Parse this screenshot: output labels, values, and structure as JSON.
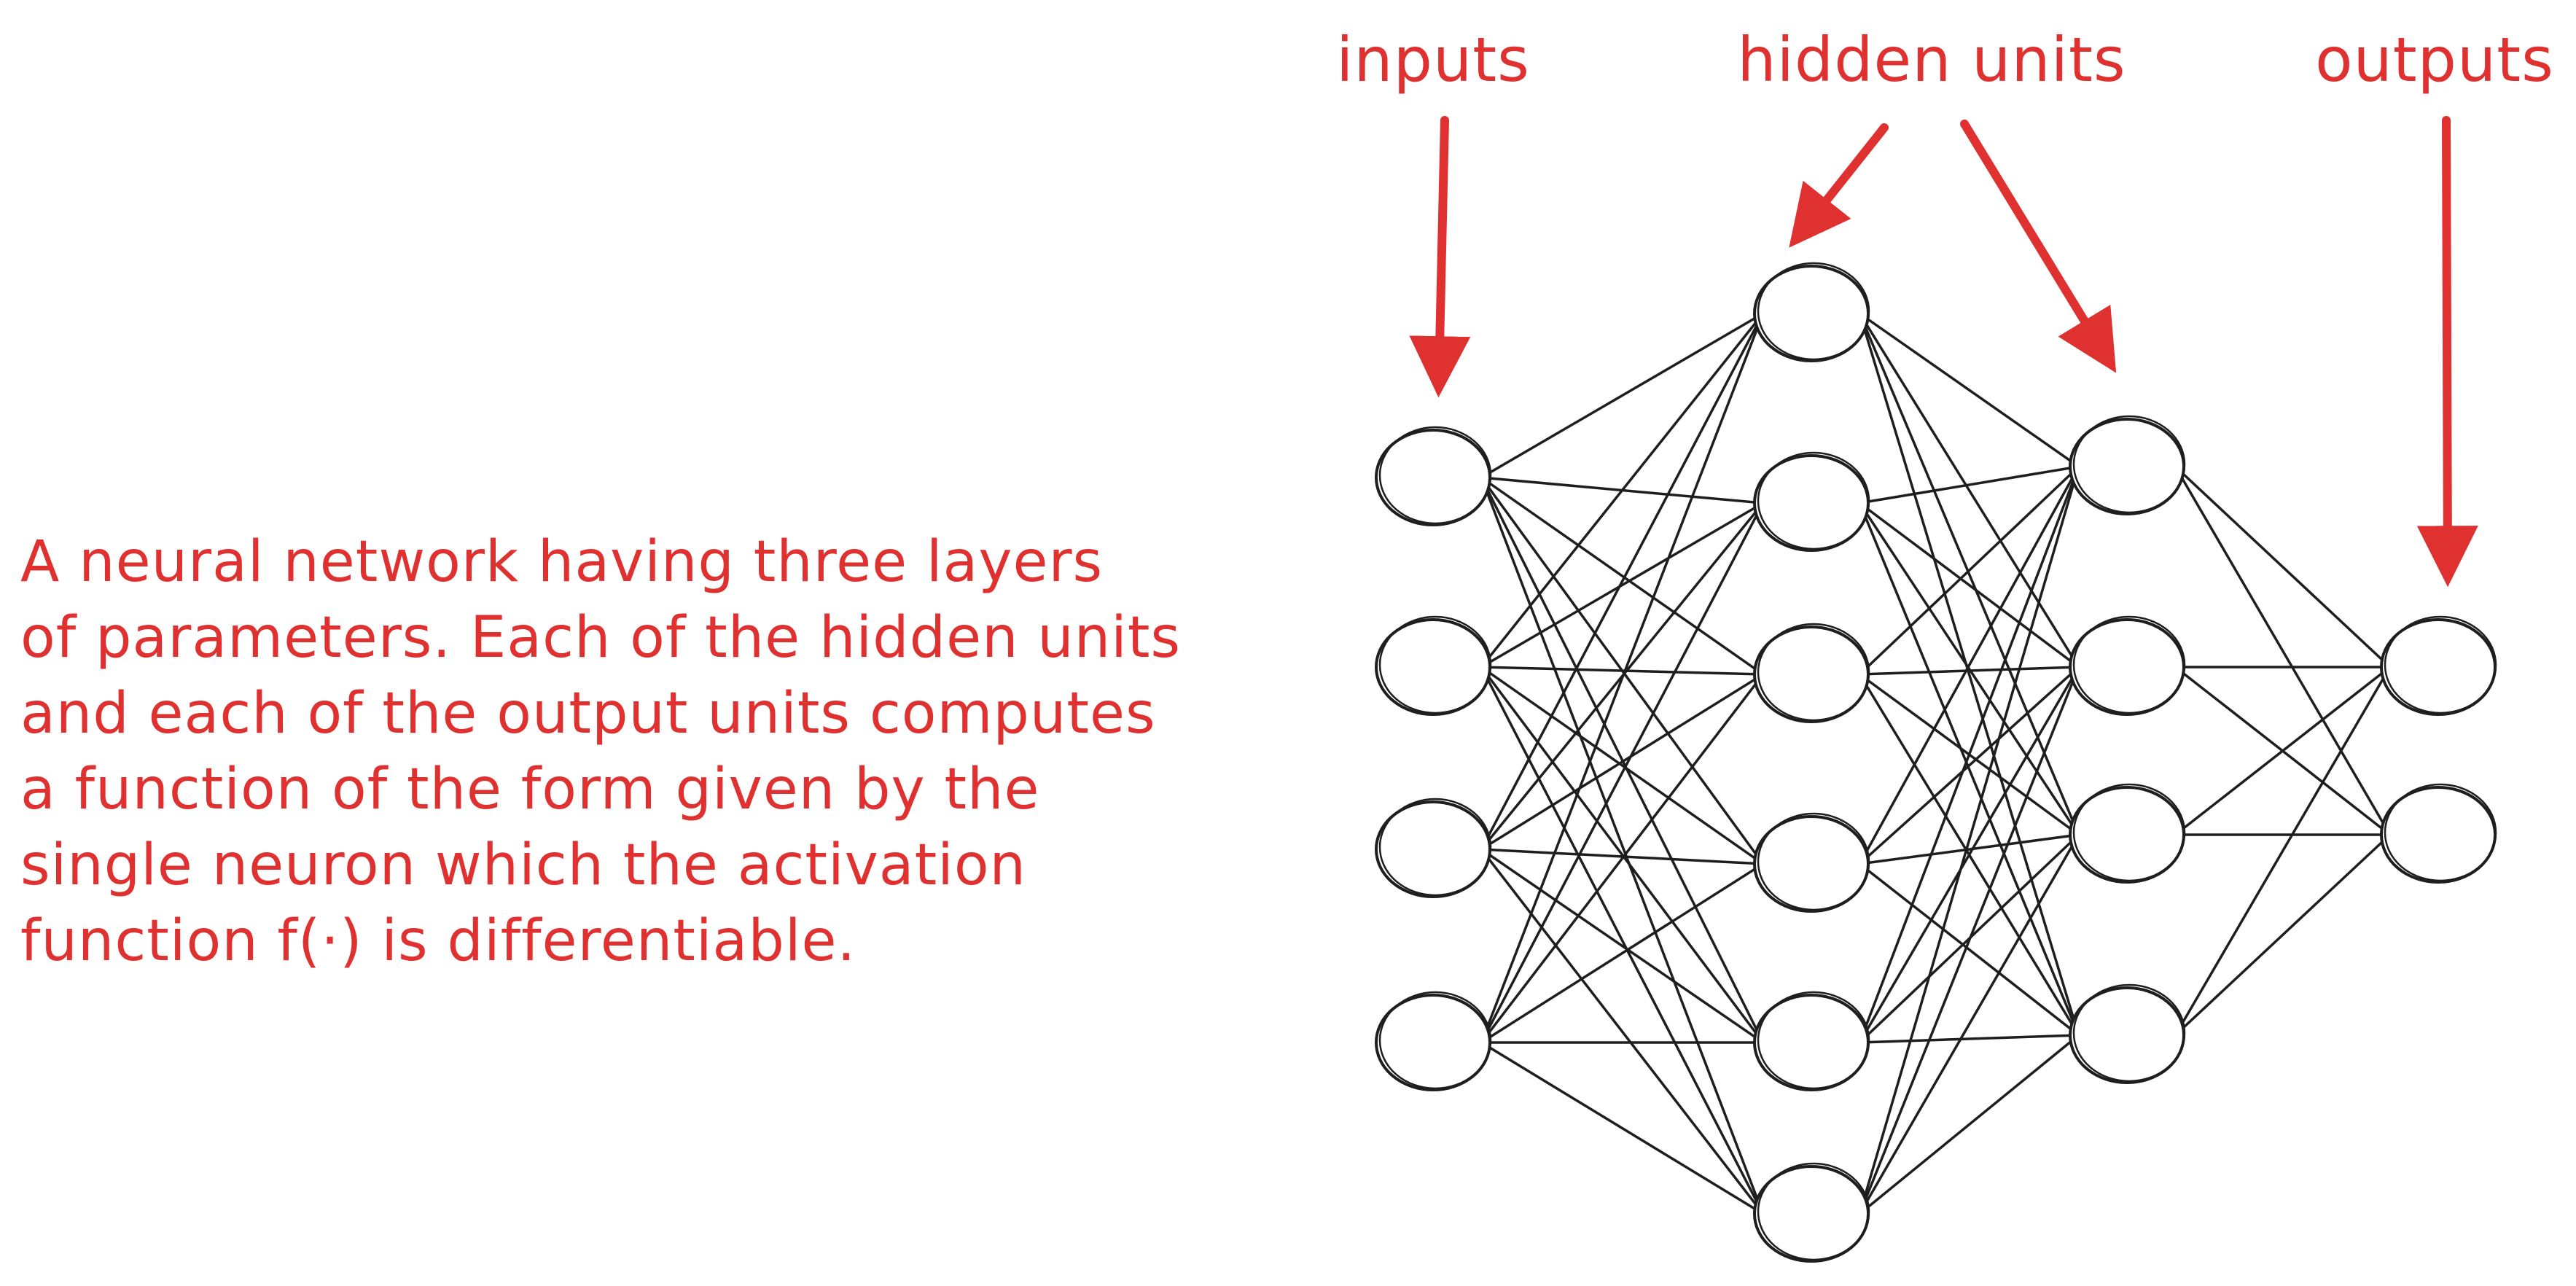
{
  "colors": {
    "annotation": "#e03131",
    "stroke": "#1e1e1e",
    "background": "#ffffff"
  },
  "description": {
    "lines": [
      "A neural network having three layers",
      "of parameters. Each of the hidden units",
      "and each of the output units computes",
      "a function of the form given by the",
      "single neuron which the activation",
      "function f(·) is differentiable."
    ]
  },
  "labels": {
    "inputs": "inputs",
    "hidden_units": "hidden units",
    "outputs": "outputs"
  },
  "network": {
    "layers": [
      {
        "role": "input",
        "count": 4
      },
      {
        "role": "hidden",
        "count": 6
      },
      {
        "role": "hidden",
        "count": 4
      },
      {
        "role": "output",
        "count": 2
      }
    ],
    "connectivity": "fully-connected"
  }
}
